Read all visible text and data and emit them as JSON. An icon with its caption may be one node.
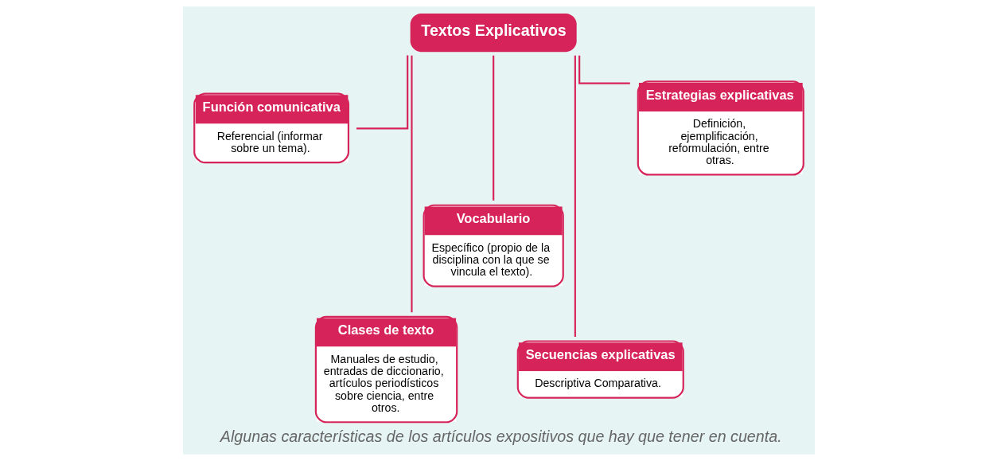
{
  "diagram": {
    "caption": "Algunas características de los artículos expositivos que hay que tener en cuenta.",
    "nodes": [
      {
        "text": [
          "Textos Explicativos"
        ]
      },
      {
        "text": [
          "Función comunicativa",
          "Referencial (informar sobre un tema)."
        ]
      },
      {
        "text": [
          "Clases de texto",
          "Manuales de estudio, entradas de diccionario, artículos periodísticos sobre ciencia, entre otros."
        ]
      },
      {
        "text": [
          "Vocabulario",
          "Específico (propio de la disciplina con la que se vincula el texto)."
        ]
      },
      {
        "text": [
          "Secuencias explicativas",
          "Descriptiva Comparativa."
        ]
      },
      {
        "text": [
          "Estrategias explicativas",
          "Definición, ejemplificación, reformulación, entre otras."
        ]
      }
    ],
    "edges": [
      {
        "from": 0,
        "to": 1,
        "arrow": "none"
      },
      {
        "from": 0,
        "to": 2,
        "arrow": "none"
      },
      {
        "from": 0,
        "to": 3,
        "arrow": "none"
      },
      {
        "from": 0,
        "to": 4,
        "arrow": "none"
      },
      {
        "from": 0,
        "to": 5,
        "arrow": "none"
      }
    ]
  }
}
